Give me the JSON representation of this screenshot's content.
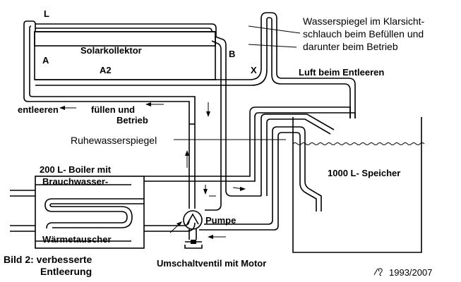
{
  "labels": {
    "L": "L",
    "A": "A",
    "A2": "A2",
    "B": "B",
    "X": "X",
    "solarkollektor": "Solarkollektor",
    "wasserspiegel_1": "Wasserspiegel im Klarsicht-",
    "wasserspiegel_2": "schlauch beim Befüllen und",
    "wasserspiegel_3": "darunter beim Betrieb",
    "luft": "Luft beim Entleeren",
    "entleeren": "entleeren",
    "fuellen_1": "füllen und",
    "fuellen_2": "Betrieb",
    "ruhewasser": "Ruhewasserspiegel",
    "boiler": "200 L- Boiler mit",
    "brauchwasser": "Brauchwasser-",
    "waermetauscher": "Wärmetauscher",
    "speicher": "1000 L- Speicher",
    "pumpe": "Pumpe",
    "umschalt": "Umschaltventil mit Motor",
    "caption_1": "Bild 2: verbesserte",
    "caption_2": "Entleerung",
    "signature": "IS",
    "year": "1993/2007"
  }
}
